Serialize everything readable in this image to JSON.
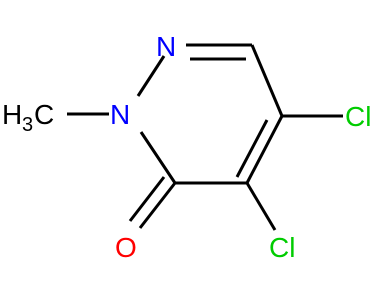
{
  "molecule": {
    "atoms": {
      "n_top": "N",
      "n_left": "N",
      "methyl_h": "H",
      "methyl_sub": "3",
      "methyl_c": "C",
      "oxygen": "O",
      "cl_right": "Cl",
      "cl_bottom": "Cl"
    },
    "colors": {
      "nitrogen": "#0000FF",
      "oxygen": "#FF0000",
      "chlorine": "#00CC00",
      "carbon": "#000000",
      "bond": "#000000"
    }
  }
}
